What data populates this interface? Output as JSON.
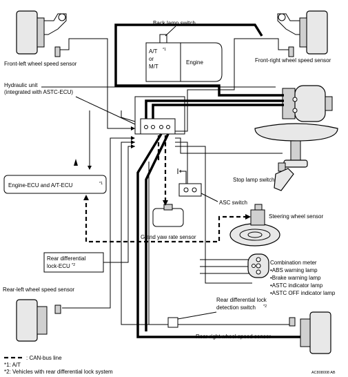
{
  "labels": {
    "back_lamp_switch": "Back lamp switch",
    "at": "A/T",
    "or": "or",
    "mt": "M/T",
    "engine": "Engine",
    "fl_sensor": "Front-left wheel speed sensor",
    "fr_sensor": "Front-right wheel speed sensor",
    "hydraulic_1": "Hydraulic unit",
    "hydraulic_2": "(integrated with ASTC-ECU)",
    "engine_ecu": "Engine-ECU and A/T-ECU",
    "stop_lamp": "Stop lamp switch",
    "asc_switch": "ASC switch",
    "steering": "Steering wheel sensor",
    "g_yaw": "G and yaw rate sensor",
    "rdl_ecu_1": "Rear differential",
    "rdl_ecu_2": "lock-ECU",
    "combo_title": "Combination meter",
    "combo_items": [
      "•ABS warning lamp",
      "•Brake warning lamp",
      "•ASTC indicator lamp",
      "•ASTC OFF indicator lamp"
    ],
    "rl_sensor": "Rear-left wheel speed sensor",
    "rdl_detect_1": "Rear differential lock",
    "rdl_detect_2": "detection switch",
    "rr_sensor": "Rear-right wheel speed sensor",
    "star1": "*1",
    "star2": "*2"
  },
  "legend": {
    "can_bus": ": CAN-bus line",
    "note1": "*1: A/T",
    "note2": "*2: Vehicles with rear differential lock system"
  },
  "figure_code": "AC808008 AB"
}
